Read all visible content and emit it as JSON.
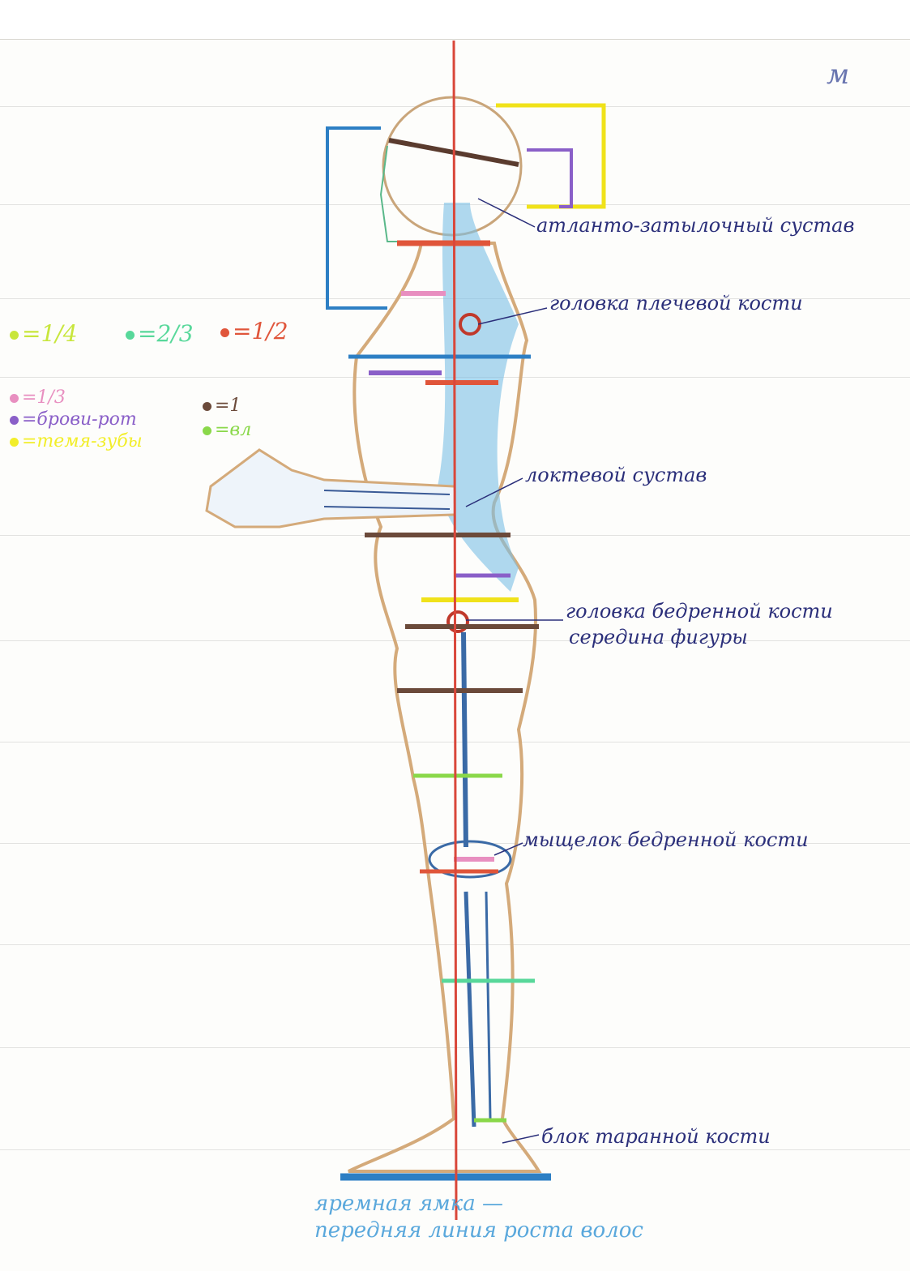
{
  "corner_mark": "м",
  "legend": [
    {
      "text": "=1/4",
      "color": "#c8e63c"
    },
    {
      "text": "=2/3",
      "color": "#58d89a"
    },
    {
      "text": "=1/2",
      "color": "#e0553a"
    },
    {
      "text": "=1/3",
      "color": "#e88fc0"
    },
    {
      "text": "=брови-рот",
      "color": "#8a5fc8"
    },
    {
      "text": "=темя-зубы",
      "color": "#f2ee2a"
    },
    {
      "text": "=1",
      "color": "#6b4a3a"
    },
    {
      "text": "=вл",
      "color": "#8ad84a"
    }
  ],
  "labels": {
    "atlanto": "атланто-затылочный сустав",
    "humerus_head": "головка плечевой кости",
    "elbow": "локтевой сустав",
    "femur_head": "головка бедренной кости",
    "figure_middle": "середина фигуры",
    "femur_condyle": "мыщелок бедренной кости",
    "talus": "блок таранной кости"
  },
  "bottom_note": {
    "line1": "яремная ямка —",
    "line2": "передняя линия роста волос"
  }
}
